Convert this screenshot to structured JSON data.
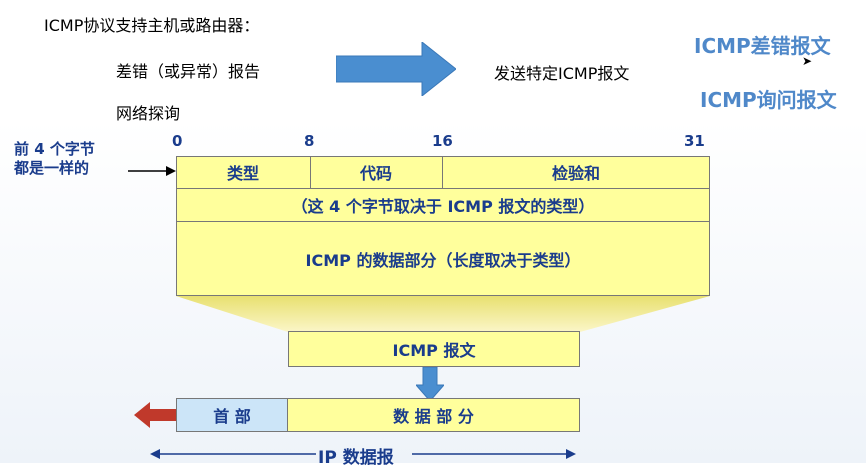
{
  "intro": "ICMP协议支持主机或路由器：",
  "items": [
    "差错（或异常）报告",
    "网络探询"
  ],
  "arrow_text": "发送特定ICMP报文",
  "message_types": [
    "ICMP差错报文",
    "ICMP询问报文"
  ],
  "bit_positions": [
    "0",
    "8",
    "16",
    "31"
  ],
  "side_note": [
    "前 4 个字节",
    "都是一样的"
  ],
  "header_fields": [
    "类型",
    "代码",
    "检验和"
  ],
  "row2": "（这 4 个字节取决于 ICMP 报文的类型）",
  "data_row": "ICMP 的数据部分（长度取决于类型）",
  "icmp_message": "ICMP 报文",
  "ip_header": "首  部",
  "ip_data": "数  据  部  分",
  "ip_datagram": "IP 数据报",
  "colors": {
    "field_fill": "#ffff9c",
    "label_blue": "#1a3c8c",
    "arrow_blue": "#4a8ed0",
    "header_blue": "#cce5f8",
    "red_arrow": "#c0392b"
  }
}
